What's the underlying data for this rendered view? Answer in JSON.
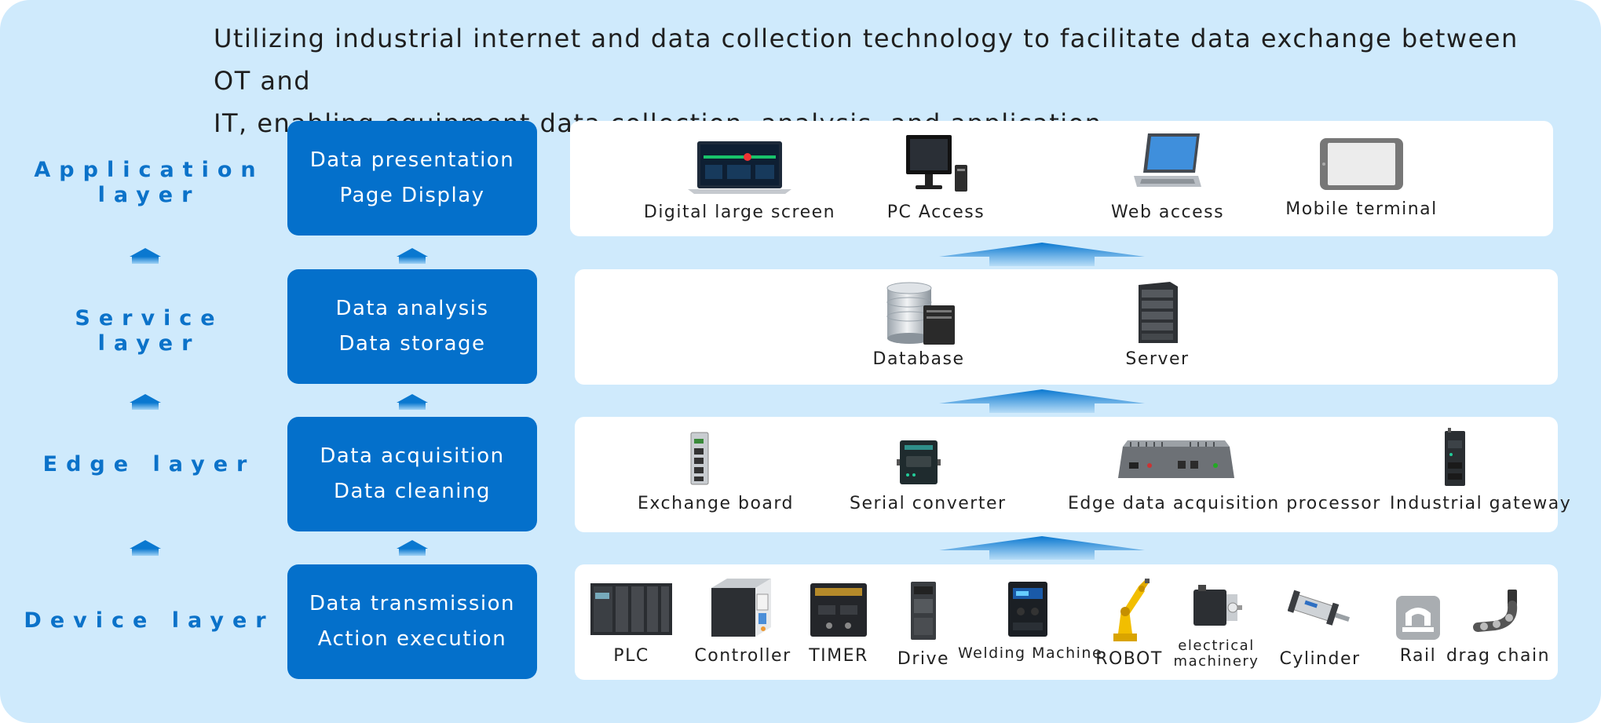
{
  "headline": {
    "line1": "Utilizing industrial internet and data collection technology to facilitate data exchange between OT and",
    "line2": "IT, enabling equipment data collection, analysis, and application"
  },
  "layers": [
    {
      "label_line1": "Application",
      "label_line2": "layer",
      "box_line1": "Data presentation",
      "box_line2": "Page Display"
    },
    {
      "label_line1": "Service",
      "label_line2": "layer",
      "box_line1": "Data analysis",
      "box_line2": "Data storage"
    },
    {
      "label_line1": "Edge layer",
      "label_line2": "",
      "box_line1": "Data acquisition",
      "box_line2": "Data cleaning"
    },
    {
      "label_line1": "Device layer",
      "label_line2": "",
      "box_line1": "Data transmission",
      "box_line2": "Action execution"
    }
  ],
  "application_items": [
    "Digital large screen",
    "PC Access",
    "Web access",
    "Mobile terminal"
  ],
  "service_items": [
    "Database",
    "Server"
  ],
  "edge_items": [
    "Exchange board",
    "Serial converter",
    "Edge data acquisition processor",
    "Industrial gateway"
  ],
  "device_items": [
    "PLC",
    "Controller",
    "TIMER",
    "Drive",
    "Welding Machine",
    "ROBOT",
    "electrical",
    "machinery",
    "Cylinder",
    "Rail",
    "drag chain"
  ],
  "colors": {
    "background": "#cfeafc",
    "accent": "#0470cb",
    "label": "#0b72c9",
    "panel": "#ffffff"
  },
  "icons": [
    "laptop-dashboard-icon",
    "pc-monitor-icon",
    "laptop-icon",
    "tablet-icon",
    "database-icon",
    "server-tower-icon",
    "network-switch-icon",
    "serial-converter-icon",
    "edge-processor-icon",
    "industrial-gateway-icon",
    "plc-icon",
    "controller-icon",
    "timer-icon",
    "drive-icon",
    "welding-machine-icon",
    "robot-arm-icon",
    "motor-icon",
    "cylinder-icon",
    "rail-icon",
    "drag-chain-icon",
    "up-arrow-icon"
  ]
}
